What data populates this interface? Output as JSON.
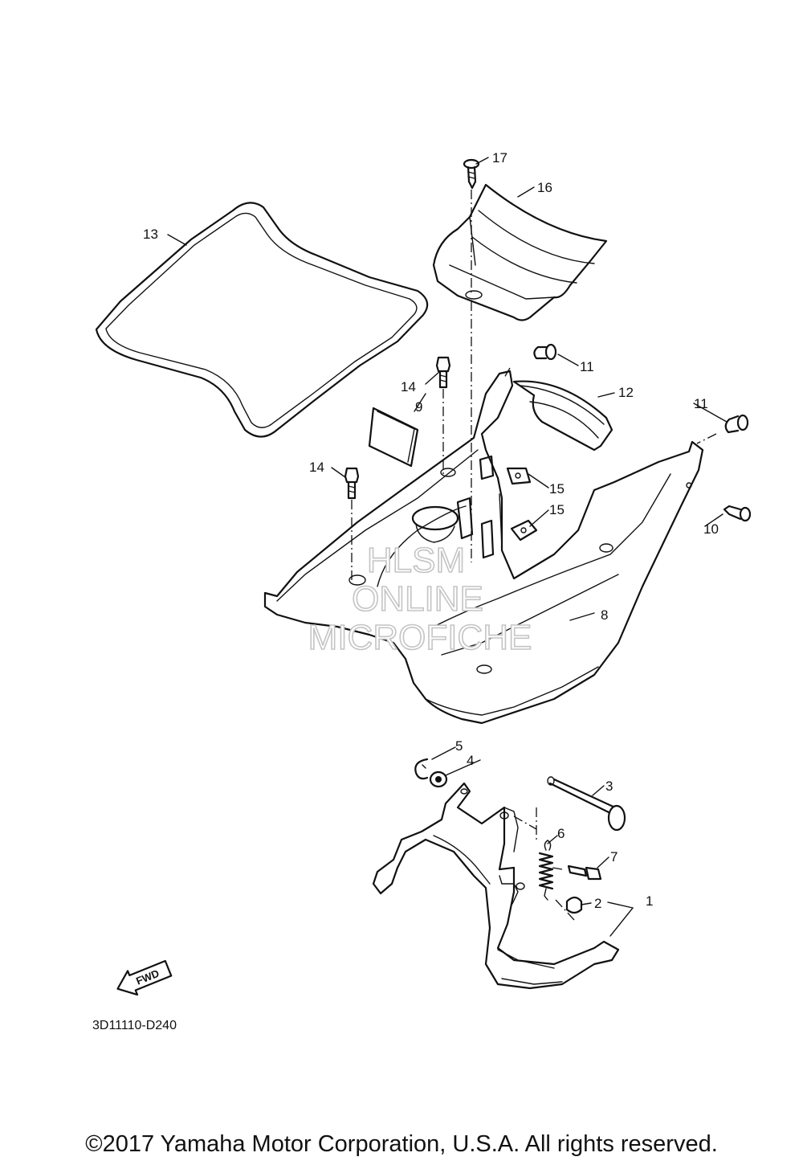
{
  "callouts": {
    "c1": "1",
    "c2": "2",
    "c3": "3",
    "c4": "4",
    "c5": "5",
    "c6": "6",
    "c7": "7",
    "c8": "8",
    "c9": "9",
    "c10": "10",
    "c11a": "11",
    "c11b": "11",
    "c12": "12",
    "c13": "13",
    "c14a": "14",
    "c14b": "14",
    "c15a": "15",
    "c15b": "15",
    "c16": "16",
    "c17": "17"
  },
  "fwd_label": "FWD",
  "diagram_code": "3D11110-D240",
  "watermark": {
    "line1": "HLSM",
    "line2": "ONLINE",
    "line3": "MICROFICHE"
  },
  "copyright": "©2017 Yamaha Motor Corporation, U.S.A. All rights reserved."
}
